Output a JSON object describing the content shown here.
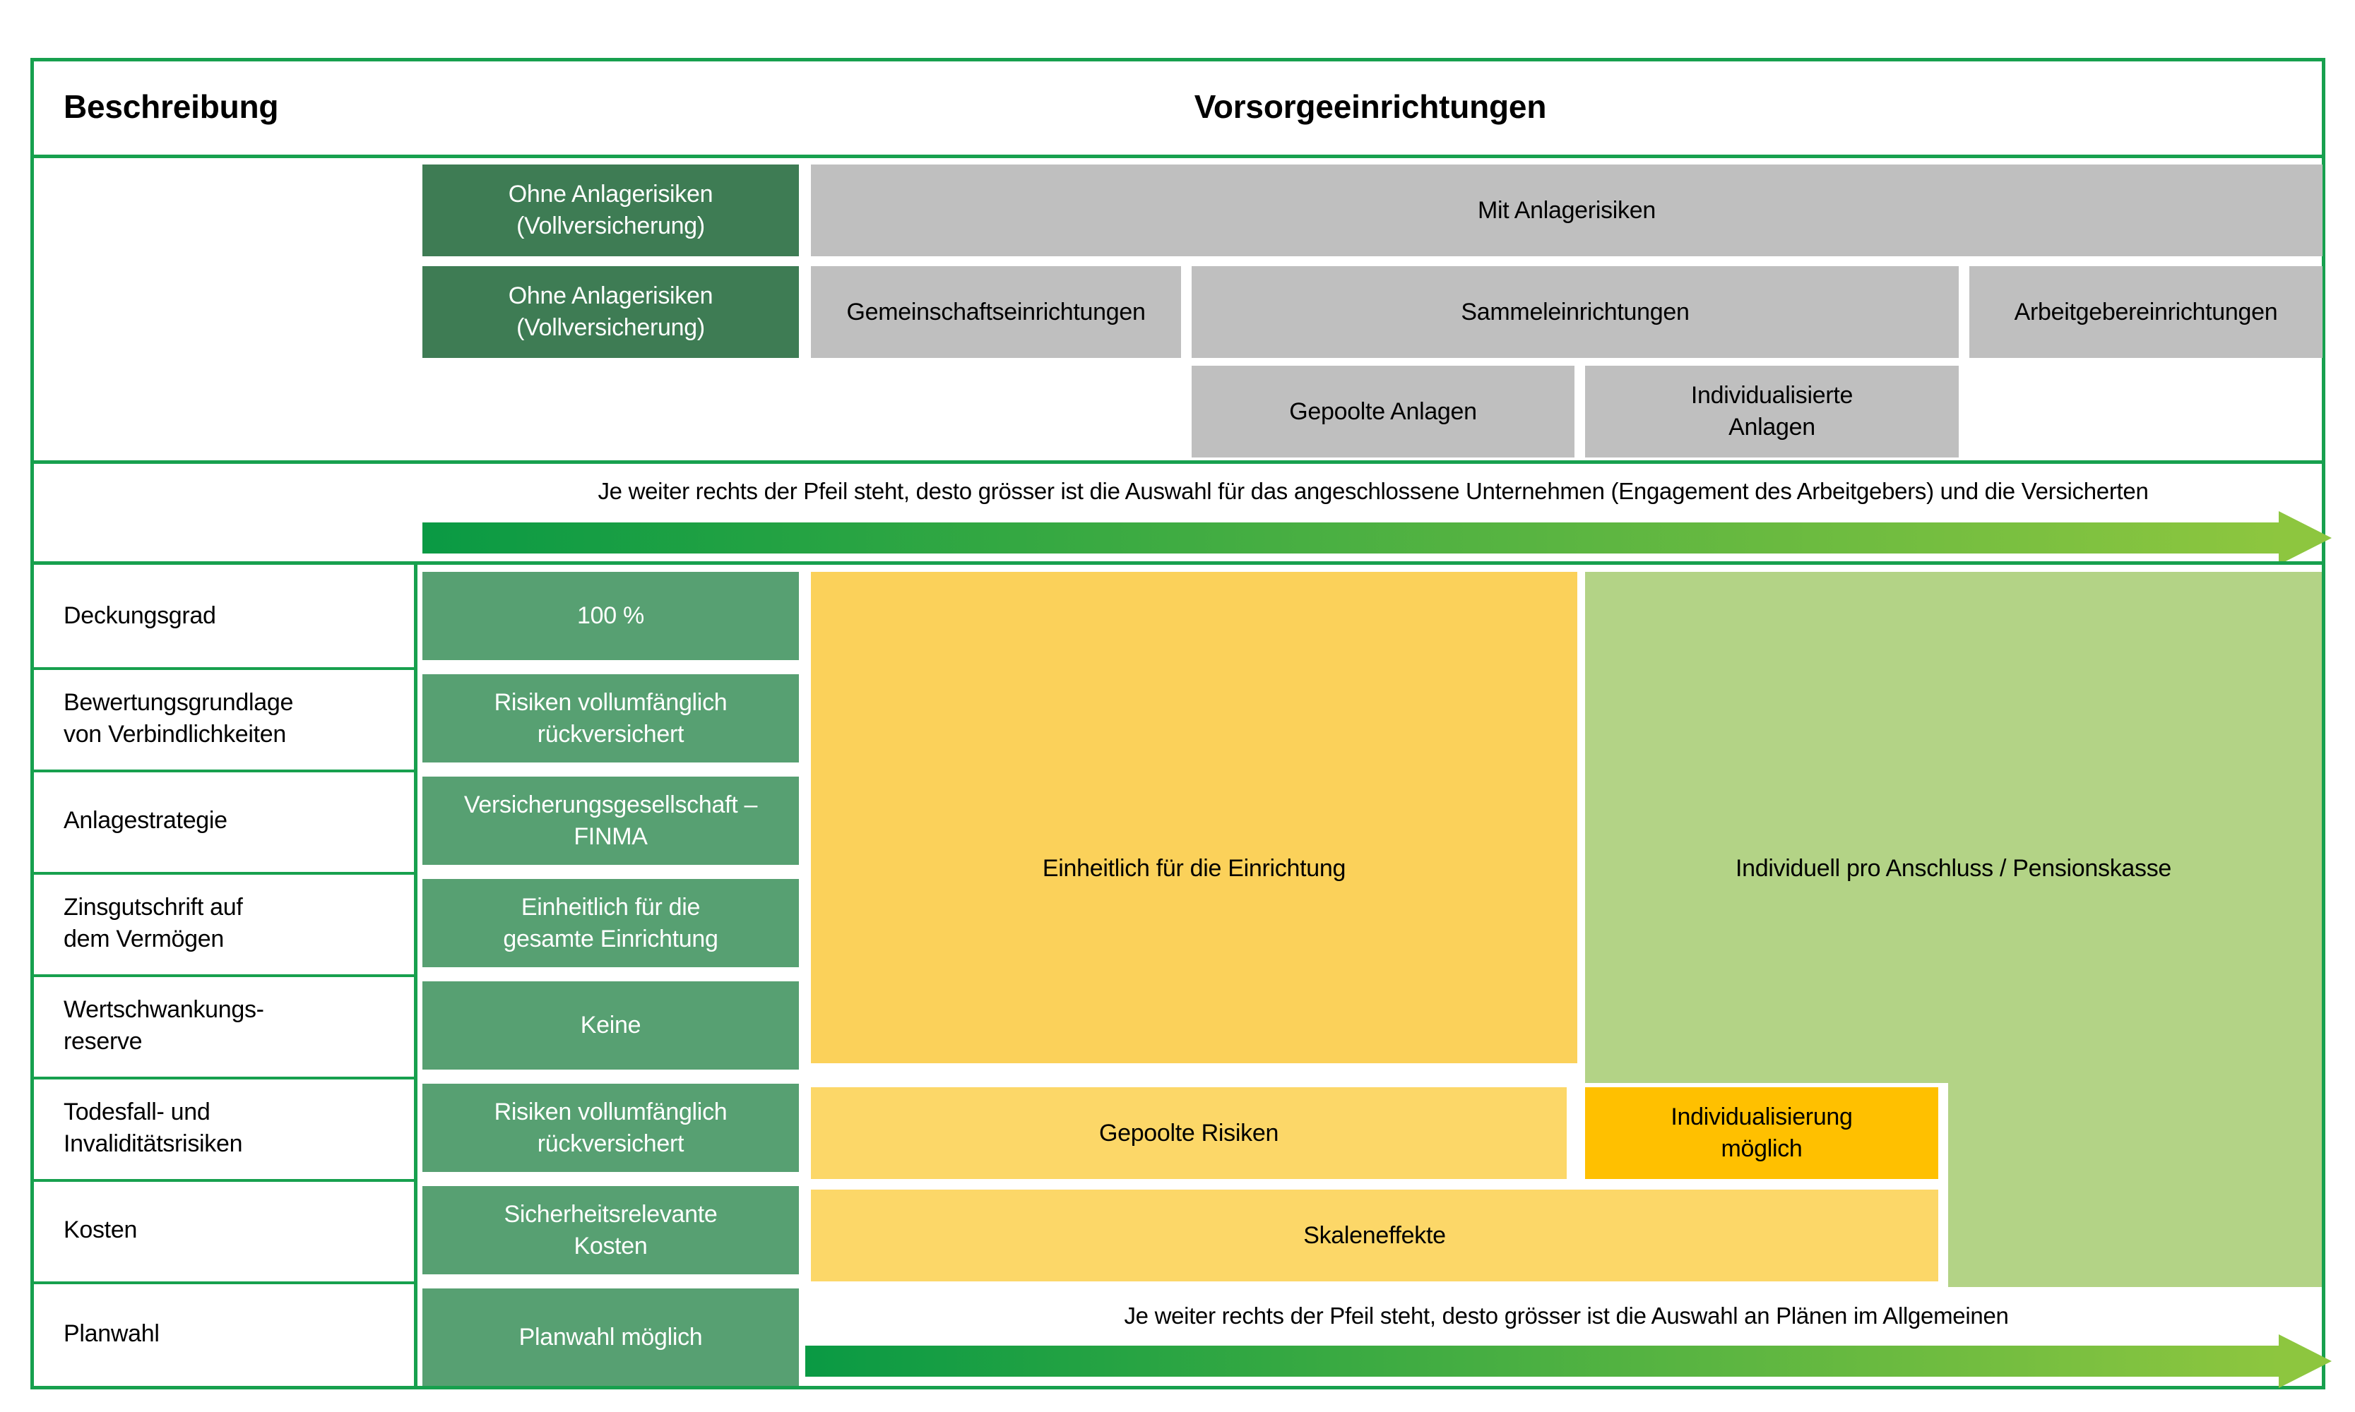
{
  "header": {
    "left_title": "Beschreibung",
    "right_title": "Vorsorgeeinrichtungen"
  },
  "bands": {
    "ohne_anlagerisiken_1": "Ohne Anlagerisiken\n(Vollversicherung)",
    "mit_anlagerisiken": "Mit Anlagerisiken",
    "ohne_anlagerisiken_2": "Ohne Anlagerisiken\n(Vollversicherung)",
    "gemeinschaftseinrichtungen": "Gemeinschaftseinrichtungen",
    "sammeleinrichtungen": "Sammeleinrichtungen",
    "arbeitgebereinrichtungen": "Arbeitgebereinrichtungen",
    "gepoolte_anlagen": "Gepoolte Anlagen",
    "individualisierte_anlagen": "Individualisierte\nAnlagen"
  },
  "arrows": {
    "top_text": "Je weiter rechts der Pfeil steht, desto grösser ist die Auswahl für das angeschlossene Unternehmen (Engagement des Arbeitgebers) und die Versicherten",
    "bottom_text": "Je weiter rechts der Pfeil steht, desto grösser ist die Auswahl an Plänen im Allgemeinen"
  },
  "rows": [
    {
      "label": "Deckungsgrad",
      "value": "100 %"
    },
    {
      "label": "Bewertungsgrundlage\nvon Verbindlichkeiten",
      "value": "Risiken vollumfänglich\nrückversichert"
    },
    {
      "label": "Anlagestrategie",
      "value": "Versicherungsgesellschaft –\nFINMA"
    },
    {
      "label": "Zinsgutschrift auf\ndem Vermögen",
      "value": "Einheitlich für die\ngesamte Einrichtung"
    },
    {
      "label": "Wertschwankungs-\nreserve",
      "value": "Keine"
    },
    {
      "label": "Todesfall- und\nInvaliditätsrisiken",
      "value": "Risiken vollumfänglich\nrückversichert"
    },
    {
      "label": "Kosten",
      "value": "Sicherheitsrelevante\nKosten"
    },
    {
      "label": "Planwahl",
      "value": "Planwahl möglich"
    }
  ],
  "blocks": {
    "einheitlich": "Einheitlich für die Einrichtung",
    "individuell": "Individuell pro Anschluss / Pensionskasse",
    "gepoolte_risiken": "Gepoolte Risiken",
    "individualisierung": "Individualisierung\nmöglich",
    "skaleneffekte": "Skaleneffekte"
  },
  "colors": {
    "border": "#17A04E",
    "darkgreen": "#3E7C54",
    "cellgreen": "#57A072",
    "gray": "#BFBFBF",
    "yellow": "#FBD15A",
    "lightyellow": "#FCD768",
    "orange": "#FFC000",
    "lightgreen": "#B3D386",
    "arrow_start": "#0A9A44",
    "arrow_end": "#8DC63F"
  }
}
